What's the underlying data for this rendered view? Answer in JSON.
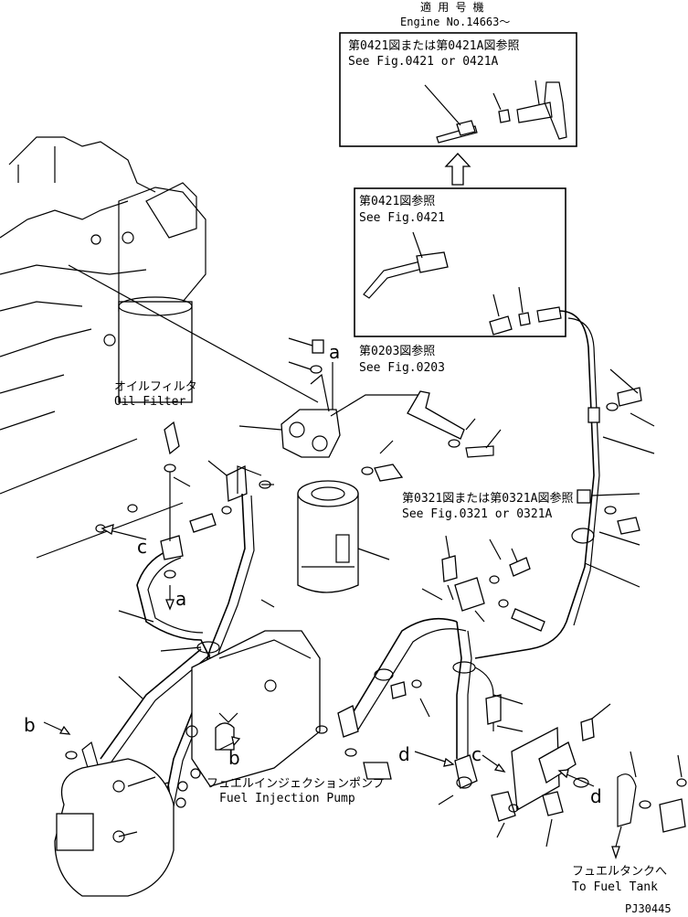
{
  "header": {
    "applicable_jp": "適 用 号 機",
    "engine_no": "Engine No.14663〜"
  },
  "refs": {
    "fig0421_0421a_jp": "第0421図または第0421A図参照",
    "fig0421_0421a_en": "See Fig.0421 or 0421A",
    "fig0421_jp": "第0421図参照",
    "fig0421_en": "See Fig.0421",
    "fig0203_jp": "第0203図参照",
    "fig0203_en": "See Fig.0203",
    "fig0321_0321a_jp": "第0321図または第0321A図参照",
    "fig0321_0321a_en": "See Fig.0321 or 0321A"
  },
  "labels": {
    "oil_filter_jp": "オイルフィルタ",
    "oil_filter_en": "Oil Filter",
    "fuel_pump_jp": "フュエルインジェクションポンプ",
    "fuel_pump_en": "Fuel Injection Pump",
    "fuel_tank_jp": "フュエルタンクへ",
    "fuel_tank_en": "To Fuel Tank"
  },
  "markers": {
    "a": "a",
    "b": "b",
    "c": "c",
    "d": "d"
  },
  "footer": {
    "code": "PJ30445"
  }
}
